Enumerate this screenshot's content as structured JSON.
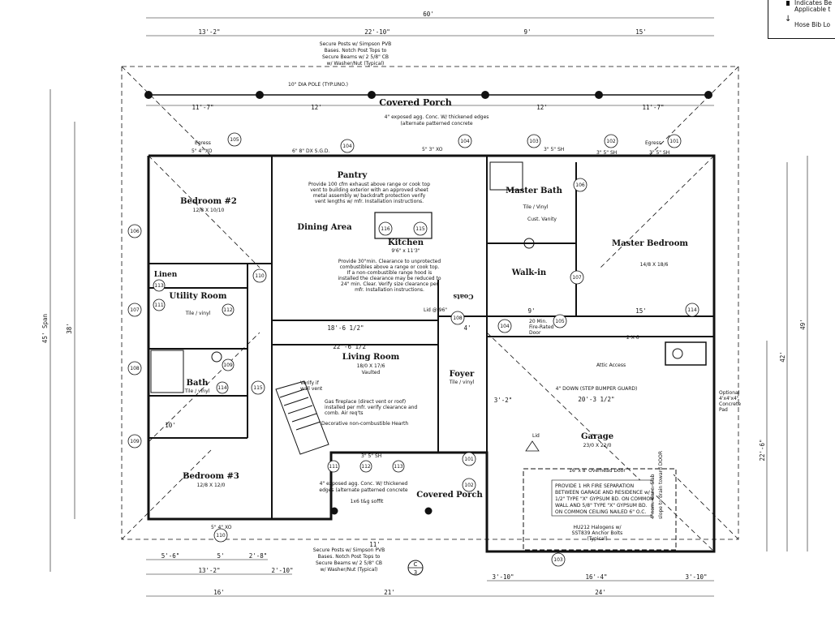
{
  "legend": {
    "line1": "Indicates Be",
    "line2": "Applicable t",
    "line3": "Hose Bib Lo"
  },
  "overall_dims": {
    "total": "60'",
    "top_row": [
      "13'-2\"",
      "22'-10\"",
      "9'",
      "15'"
    ],
    "porch_row": [
      "11'-7\"",
      "12'",
      "12'",
      "11'-7\""
    ],
    "bottom_row1": [
      "5'-6\"",
      "5'",
      "2'-8\""
    ],
    "bottom_row2": [
      "13'-2\"",
      "2'-10\""
    ],
    "bottom_row3": [
      "16'",
      "21'",
      "24'"
    ],
    "garage_bottom": [
      "3'-10\"",
      "16'-4\"",
      "3'-10\""
    ],
    "left_vertical": [
      "45' Span",
      "38'"
    ],
    "right_vertical": [
      "49'",
      "42'",
      "22'-6\""
    ]
  },
  "rooms": {
    "covered_porch_top": "Covered Porch",
    "covered_porch_bottom": "Covered Porch",
    "pantry": "Pantry",
    "master_bath": "Master Bath",
    "master_bath_finish": "Tile / Vinyl",
    "bedroom2": "Bedroom #2",
    "bedroom2_size": "12/8 X 10/10",
    "dining": "Dining Area",
    "kitchen": "Kitchen",
    "kitchen_size": "9'6\" x 11'3\"",
    "master_bedroom": "Master Bedroom",
    "master_bedroom_size": "14/8 X 18/6",
    "linen": "Linen",
    "utility": "Utility Room",
    "utility_finish": "Tile / vinyl",
    "walkin": "Walk-in",
    "living": "Living Room",
    "living_size": "18/0 X 17/6",
    "living_note": "Vaulted",
    "foyer": "Foyer",
    "foyer_finish": "Tile / vinyl",
    "bath": "Bath",
    "bath_finish": "Tile / vinyl",
    "garage": "Garage",
    "garage_size": "23/0 X 22/0",
    "bedroom3": "Bedroom #3",
    "bedroom3_size": "12/8 X 12/0",
    "coats": "Coats",
    "cust_vanity": "Cust. Vanity",
    "attic": "Attic Access"
  },
  "notes": {
    "posts_top": [
      "Secure Posts w/ Simpson PVB",
      "Bases. Notch Post Tops to",
      "Secure Beams w/ 2 5/8\" CB",
      "w/ Washer/Nut (Typical)"
    ],
    "pole": "10\" DIA POLE (TYP.UNO.)",
    "porch_conc": [
      "4\" exposed agg. Conc. W/ thickened edges",
      "(alternate patterned concrete"
    ],
    "egress_left": "Egress",
    "egress_right": "Egress",
    "range_vent": [
      "Provide 100 cfm exhaust above range or cook top",
      "vent to building exterior with an approved sheet",
      "metal assembly w/ backdraft protection verify",
      "vent lengths w/ mfr. Installation instructions."
    ],
    "range_clear": [
      "Provide 30\"min. Clearance to unprotected",
      "combustibles above a range or cook top.",
      "If a non-combustible range hood is",
      "installed the clearance may be reduced to",
      "24\" min. Clear. Verify size clearance per",
      "mfr. Installation instructions."
    ],
    "fireplace": [
      "Gas fireplace (direct vent or roof)",
      "installed per mfr. verify clearance and",
      "comb. Air req'ts"
    ],
    "verify_wall": [
      "Verify if",
      "wall vent"
    ],
    "hearth": "Decorative non-combustible Hearth",
    "step_down": "4\" DOWN (STEP BUMPER GUARD)",
    "overhead_door": "16' x 8' Overhead Door",
    "fire_sep": [
      "PROVIDE 1 HR FIRE SEPARATION",
      "BETWEEN GARAGE AND RESIDENCE w/",
      "1/2\" TYPE \"X\" GYPSUM BD. ON COMMON",
      "WALL AND 5/8\" TYPE \"X\" GYPSUM BD.",
      "ON COMMON CEILING NAILED 6\" O.C."
    ],
    "slab": [
      "4\"nom. Conc. Slab",
      "slope to drain toward DOOR"
    ],
    "anchor": [
      "HU212 Halogens w/",
      "SST839 Anchor Bolts",
      "(Typical)"
    ],
    "porch_conc_bottom": [
      "4\" exposed agg. Conc. W/ thickened",
      "edges (alternate patterned concrete"
    ],
    "soffit": "1x6 t&g soffit",
    "posts_bottom": [
      "Secure Posts w/ Simpson PVB",
      "Bases. Notch Post Tops to",
      "Secure Beams w/ 2 5/8\" CB",
      "w/ Washer/Nut (Typical)"
    ],
    "lid_96": "Lid @ 96\"",
    "fire_door": [
      "20 Min.",
      "Fire-Rated",
      "Door"
    ],
    "concrete_pad": [
      "Optional",
      "4'x4'x4\"",
      "Concrete",
      "Pad"
    ],
    "lid": "Lid",
    "header_2x6": "2 X 6",
    "dim_18": "18'-6 1/2\"",
    "dim_22": "22'-6 1/2\"",
    "dim_20": "20'-3 1/2\"",
    "dim_15": "15'",
    "dim_9": "9'",
    "dim_10": "10'",
    "dim_11": "11'",
    "dim_3": "3'-2\"",
    "dim_4": "4'",
    "window_tags": [
      "5\" 4\" XO",
      "5\" 3\" XO",
      "3\" 5\" SH",
      "3\" 5\" SH",
      "3\" 5\" SH",
      "5\" 4\" XO",
      "6\" 8\" DX S.G.D.",
      "3\" 5\" SH"
    ],
    "door_tags": [
      "105",
      "104",
      "104",
      "103",
      "102",
      "101",
      "106",
      "107",
      "108",
      "109",
      "110",
      "111",
      "112",
      "113",
      "114",
      "115",
      "116",
      "101",
      "102",
      "103",
      "104",
      "105",
      "106",
      "107",
      "108",
      "109",
      "110",
      "111",
      "112",
      "113",
      "114",
      "115",
      "116"
    ],
    "section": "C",
    "section_num": "3"
  }
}
